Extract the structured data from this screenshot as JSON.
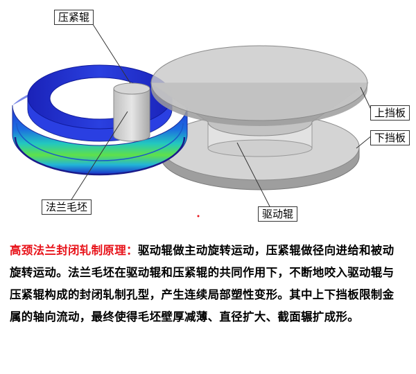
{
  "labels": {
    "press_roller": "压紧辊",
    "upper_baffle": "上挡板",
    "lower_baffle": "下挡板",
    "flange_blank": "法兰毛坯",
    "drive_roller": "驱动辊"
  },
  "caption": {
    "title": "高颈法兰封闭轧制原理：",
    "body": "驱动辊做主动旋转运动，压紧辊做径向进给和被动旋转运动。法兰毛坯在驱动辊和压紧辊的共同作用下，不断地咬入驱动辊与压紧辊构成的封闭轧制孔型，产生连续局部塑性变形。其中上下挡板限制金属的轴向流动，最终使得毛坯壁厚减薄、直径扩大、截面辗扩成形。"
  },
  "colors": {
    "caption_title": "#e8141b",
    "baffle_gray": "#c8c8c8",
    "ring_blue": "#1a2fd0",
    "ring_green": "#3cd23c"
  }
}
